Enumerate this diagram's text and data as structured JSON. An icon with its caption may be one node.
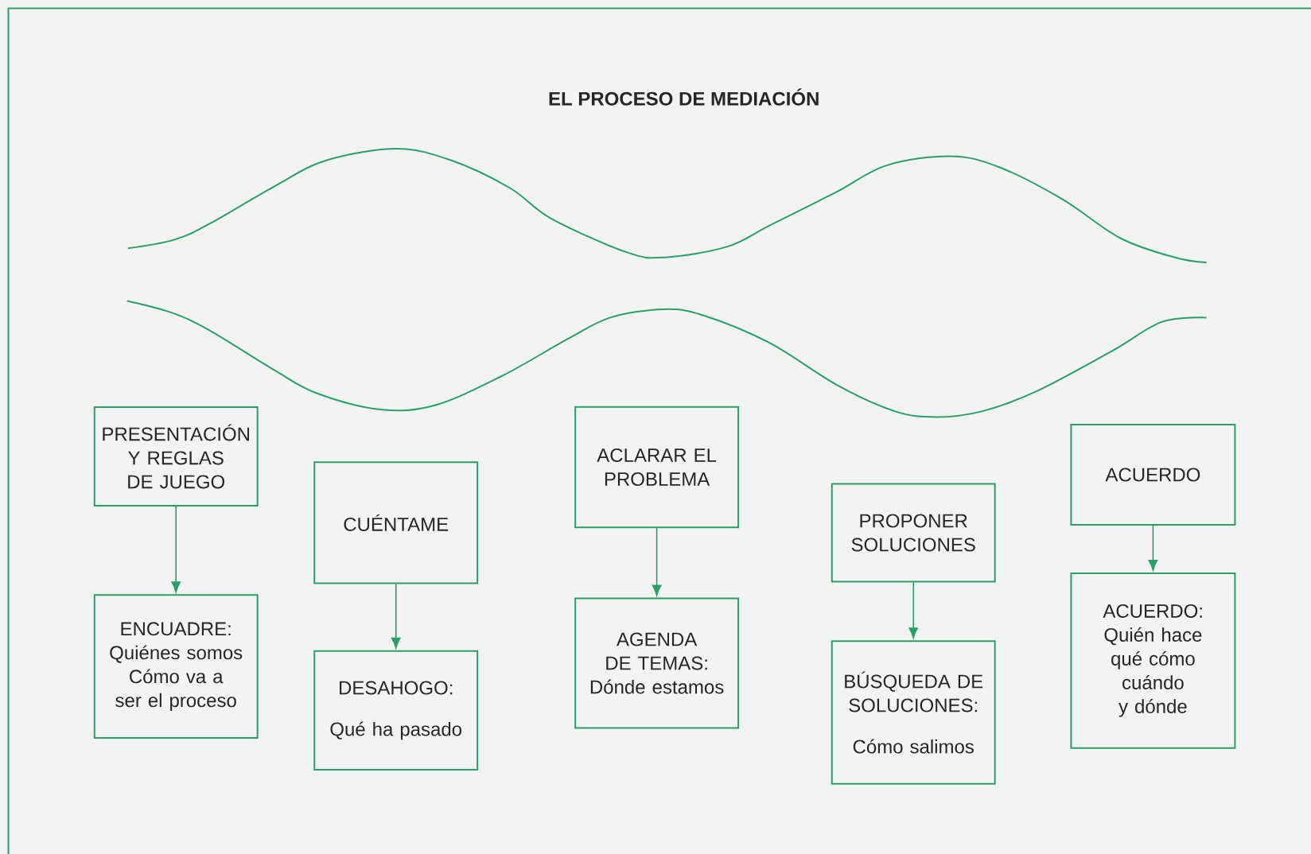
{
  "diagram": {
    "title": "EL PROCESO DE MEDIACIÓN",
    "nodes": [
      {
        "text": [
          "PRESENTACIÓN Y REGLAS DE JUEGO"
        ]
      },
      {
        "text": [
          "ENCUADRE:",
          "Quiénes somos",
          "Cómo va a ser el proceso"
        ]
      },
      {
        "text": [
          "CUÉNTAME"
        ]
      },
      {
        "text": [
          "DESAHOGO:",
          "Qué ha pasado"
        ]
      },
      {
        "text": [
          "ACLARAR EL PROBLEMA"
        ]
      },
      {
        "text": [
          "AGENDA DE TEMAS:",
          "Dónde estamos"
        ]
      },
      {
        "text": [
          "PROPONER SOLUCIONES"
        ]
      },
      {
        "text": [
          "BÚSQUEDA DE SOLUCIONES:",
          "Cómo salimos"
        ]
      },
      {
        "text": [
          "ACUERDO"
        ]
      },
      {
        "text": [
          "ACUERDO:",
          "Quién hace qué cómo cuándo y dónde"
        ]
      }
    ],
    "edges": [
      {
        "from": 0,
        "to": 1,
        "arrow": "to"
      },
      {
        "from": 2,
        "to": 3,
        "arrow": "to"
      },
      {
        "from": 4,
        "to": 5,
        "arrow": "to"
      },
      {
        "from": 6,
        "to": 7,
        "arrow": "to"
      },
      {
        "from": 8,
        "to": 9,
        "arrow": "to"
      }
    ]
  }
}
